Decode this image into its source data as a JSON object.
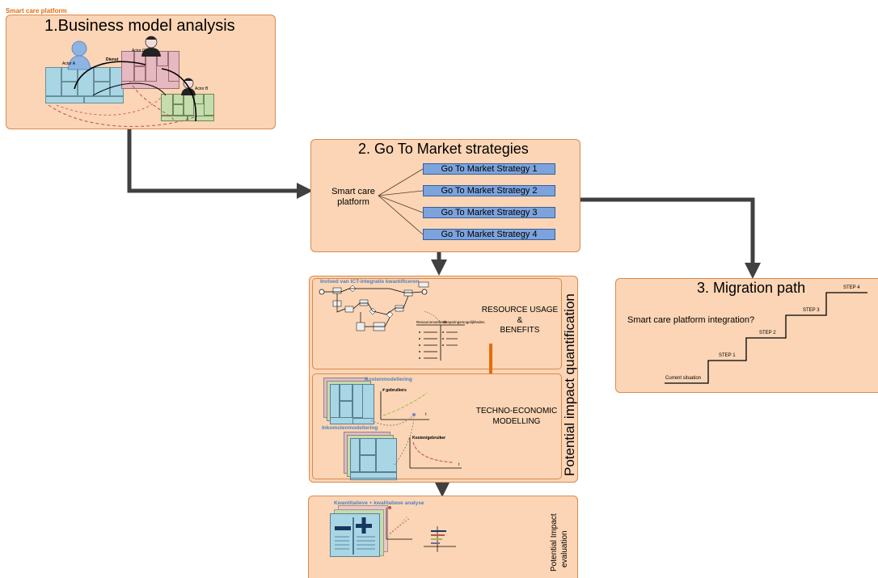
{
  "header": {
    "platform_label": "Smart care platform"
  },
  "business_model": {
    "title": "1.Business model analysis",
    "actors": [
      "Actor A",
      "Actor C",
      "Actor B"
    ],
    "flow_label": "Dienst"
  },
  "gtm": {
    "title": "2. Go To Market strategies",
    "source_line1": "Smart care",
    "source_line2": "platform",
    "strategies": [
      "Go To Market Strategy 1",
      "Go To Market Strategy 2",
      "Go To Market Strategy 3",
      "Go To Market Strategy 4"
    ]
  },
  "impact": {
    "vertical_title": "Potential impact quantification",
    "resource_header": "Invloed van ICT-integratie kwantificeren",
    "resource_line1": "RESOURCE USAGE",
    "resource_line2": "&",
    "resource_line3": "BENEFITS",
    "resource_col1": "Resourcenverbruik",
    "resource_col2": "Besparingsmogelijkheden",
    "cost_label": "Kostenmodellering",
    "income_label": "Inkomstenmodellering",
    "users_axis": "# gebruikers",
    "cost_per_user_axis": "Kosten/gebruiker",
    "t_axis": "t",
    "techno_line1": "TECHNO-ECONOMIC",
    "techno_line2": "MODELLING"
  },
  "evaluation": {
    "header": "Kwantitatieve + kwalitatieve analyse",
    "vertical_line1": "Potential Impact",
    "vertical_line2": "evaluation"
  },
  "migration": {
    "title": "3. Migration path",
    "question": "Smart care platform integration?",
    "start_label": "Current situation",
    "steps": [
      "STEP 1",
      "STEP 2",
      "STEP 3",
      "STEP 4"
    ]
  },
  "colors": {
    "box_fill": "#fbd5b5",
    "box_border": "#d88a4e",
    "arrow": "#404040",
    "strategy_fill": "#7ca3dc",
    "accent_orange": "#e46c0a",
    "label_blue": "#4f81bd"
  }
}
